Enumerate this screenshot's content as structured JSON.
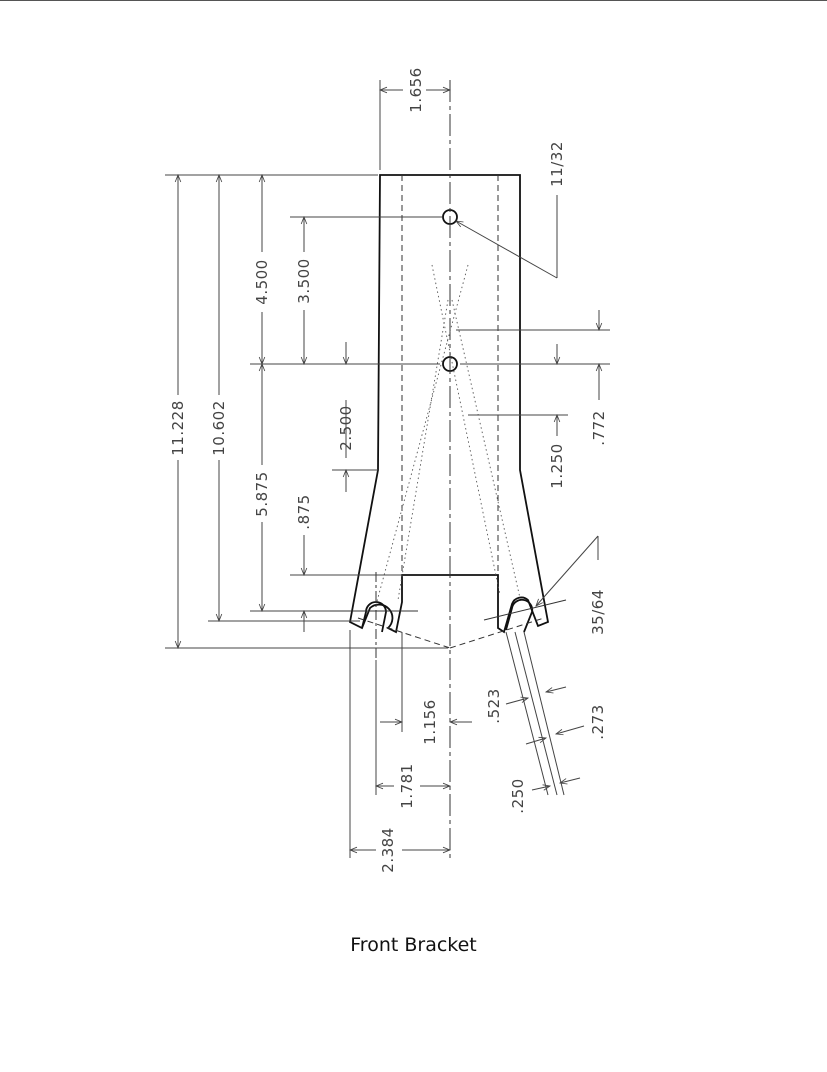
{
  "caption": "Front Bracket",
  "colors": {
    "outline": "#111111",
    "dimension": "#444444",
    "hidden": "#333333"
  },
  "dimensions": {
    "top_width": "1.656",
    "overall_length": "11.228",
    "length_to_slot": "10.602",
    "upper_span": "4.500",
    "hole_spacing": "3.500",
    "lower_span": "5.875",
    "hole_to_taper": "2.500",
    "slot_depth": ".875",
    "hole_diameter": "11/32",
    "side_offset": ".772",
    "inner_offset": "1.250",
    "slot_radius": "35/64",
    "slot_width": ".523",
    "slot_spacing": ".273",
    "slot_gap": ".250",
    "half_width_inner": "1.156",
    "half_width_slot": "1.781",
    "half_width_outer": "2.384"
  }
}
